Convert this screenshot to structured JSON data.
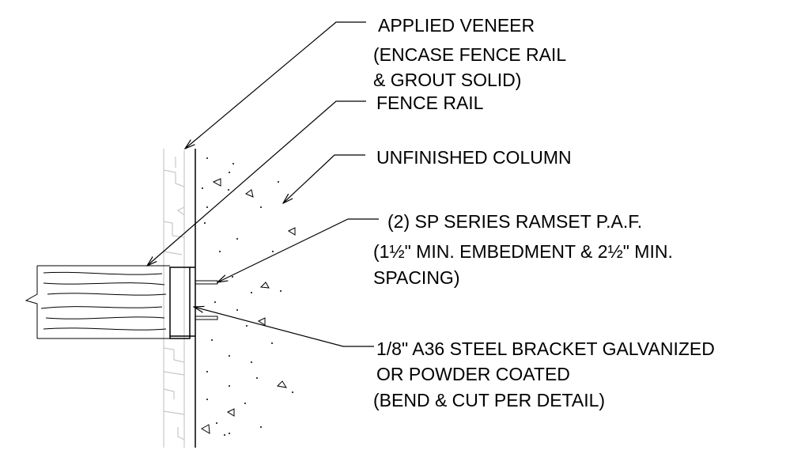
{
  "notes": {
    "applied_veneer": [
      "APPLIED VENEER",
      "(ENCASE FENCE RAIL",
      "& GROUT SOLID)"
    ],
    "fence_rail": [
      "FENCE RAIL"
    ],
    "unfinished_column": [
      "UNFINISHED COLUMN"
    ],
    "ramset": [
      "(2) SP SERIES RAMSET P.A.F.",
      "(1½\" MIN. EMBEDMENT & 2½\" MIN.",
      "SPACING)"
    ],
    "bracket": [
      "1/8\" A36 STEEL BRACKET GALVANIZED",
      "OR POWDER COATED",
      "(BEND & CUT PER DETAIL)"
    ]
  },
  "colors": {
    "line": "#000000",
    "veneer_hatch": "#c8c8c8",
    "background": "#ffffff"
  }
}
